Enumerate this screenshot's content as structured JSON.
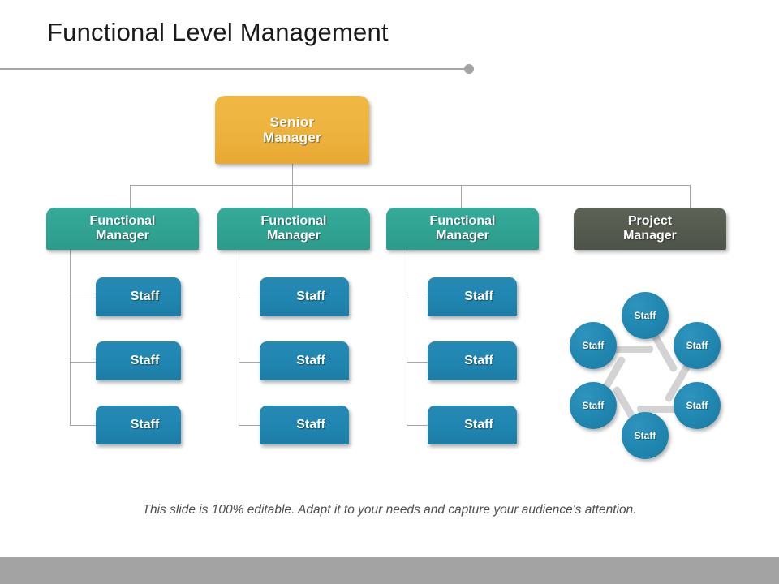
{
  "slide": {
    "title": "Functional Level Management",
    "footer_note": "This slide is 100% editable. Adapt it to your needs and capture your audience's attention.",
    "colors": {
      "senior_manager": "#eeb440",
      "functional_manager": "#31a392",
      "project_manager": "#565b50",
      "staff": "#2086b1",
      "connector": "#a6a6a6",
      "rule": "#a8a8a8",
      "bottom_bar": "#a3a3a3",
      "spoke": "#d3d3d3",
      "title_text": "#1a1a1a",
      "footer_text": "#4d4d4d"
    }
  },
  "chart_data": {
    "type": "diagram",
    "subtype": "organization-chart",
    "root": {
      "label": "Senior Manager"
    },
    "branches": [
      {
        "label": "Functional Manager",
        "style": "teal",
        "children": [
          "Staff",
          "Staff",
          "Staff"
        ]
      },
      {
        "label": "Functional Manager",
        "style": "teal",
        "children": [
          "Staff",
          "Staff",
          "Staff"
        ]
      },
      {
        "label": "Functional Manager",
        "style": "teal",
        "children": [
          "Staff",
          "Staff",
          "Staff"
        ]
      },
      {
        "label": "Project Manager",
        "style": "dark",
        "children": [
          "Staff",
          "Staff",
          "Staff",
          "Staff",
          "Staff",
          "Staff"
        ],
        "children_layout": "hexagon-cluster"
      }
    ]
  },
  "nodes": {
    "senior_manager": {
      "line1": "Senior",
      "line2": "Manager"
    },
    "functional_manager_1": {
      "line1": "Functional",
      "line2": "Manager"
    },
    "functional_manager_2": {
      "line1": "Functional",
      "line2": "Manager"
    },
    "functional_manager_3": {
      "line1": "Functional",
      "line2": "Manager"
    },
    "project_manager": {
      "line1": "Project",
      "line2": "Manager"
    },
    "staff_col1": [
      "Staff",
      "Staff",
      "Staff"
    ],
    "staff_col2": [
      "Staff",
      "Staff",
      "Staff"
    ],
    "staff_col3": [
      "Staff",
      "Staff",
      "Staff"
    ],
    "staff_cluster": [
      "Staff",
      "Staff",
      "Staff",
      "Staff",
      "Staff",
      "Staff"
    ]
  }
}
